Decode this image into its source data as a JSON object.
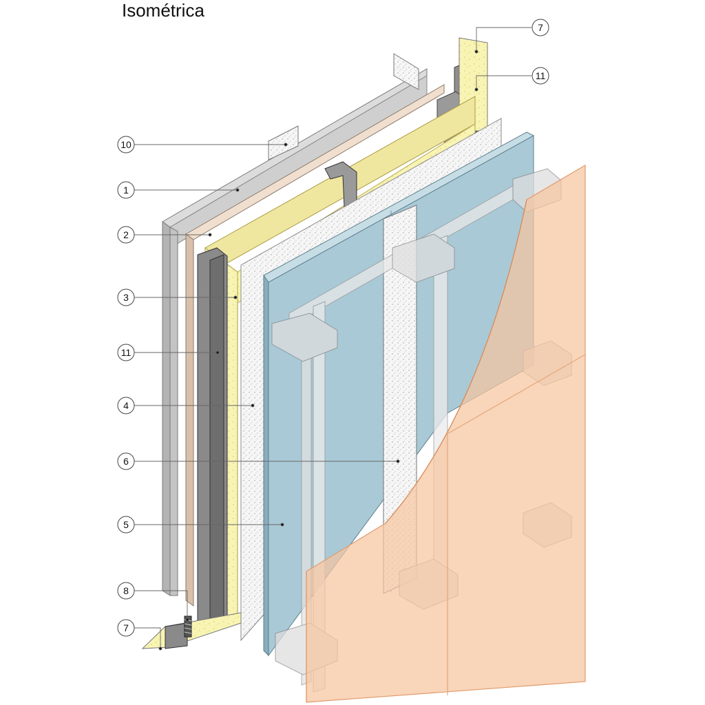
{
  "title": "Isométrica",
  "callouts": {
    "c7_top": "7",
    "c11_top": "11",
    "c10": "10",
    "c1": "1",
    "c2": "2",
    "c3": "3",
    "c11_mid": "11",
    "c4": "4",
    "c6": "6",
    "c5": "5",
    "c8": "8",
    "c7_bottom": "7"
  },
  "colors": {
    "concrete": "#c8c8c8",
    "sheathing": "#e8d3c0",
    "insulation": "#f7f3b0",
    "steel": "#8a8a8a",
    "membrane": "#f2f2f2",
    "board": "#a9c9d6",
    "facade": "#f6c59f",
    "bracket": "#e5e5e5",
    "line": "#555555"
  }
}
